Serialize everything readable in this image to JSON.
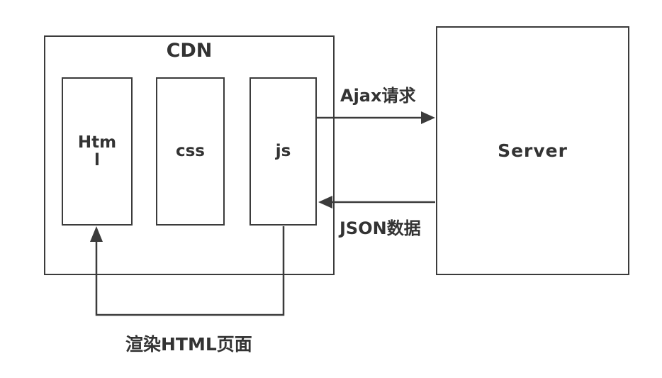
{
  "colors": {
    "stroke": "#3b3b3b",
    "text": "#333333",
    "background": "#ffffff"
  },
  "cdn": {
    "title": "CDN",
    "children": {
      "html": {
        "lines": [
          "Htm",
          "l"
        ]
      },
      "css": {
        "label": "css"
      },
      "js": {
        "label": "js"
      }
    }
  },
  "server": {
    "label": "Server"
  },
  "edges": {
    "ajax_request": {
      "label": "Ajax请求",
      "from": "js",
      "to": "server"
    },
    "json_response": {
      "label": "JSON数据",
      "from": "server",
      "to": "js"
    },
    "render_html": {
      "label": "渲染HTML页面",
      "from": "js",
      "to": "html"
    }
  }
}
